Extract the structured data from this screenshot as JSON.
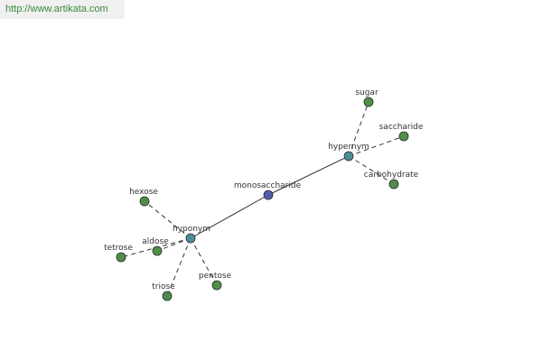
{
  "header": {
    "url_text": "http://www.artikata.com"
  },
  "colors": {
    "center": "#4f5fa8",
    "relation": "#4d8e96",
    "leaf": "#4e8f48",
    "edge": "#333333"
  },
  "graph": {
    "nodes": [
      {
        "id": "monosaccharide",
        "label": "monosaccharide",
        "type": "center"
      },
      {
        "id": "hypernym",
        "label": "hypernym",
        "type": "relation"
      },
      {
        "id": "hyponym",
        "label": "hyponym",
        "type": "relation"
      },
      {
        "id": "sugar",
        "label": "sugar",
        "type": "leaf"
      },
      {
        "id": "saccharide",
        "label": "saccharide",
        "type": "leaf"
      },
      {
        "id": "carbohydrate",
        "label": "carbohydrate",
        "type": "leaf"
      },
      {
        "id": "hexose",
        "label": "hexose",
        "type": "leaf"
      },
      {
        "id": "aldose",
        "label": "aldose",
        "type": "leaf"
      },
      {
        "id": "tetrose",
        "label": "tetrose",
        "type": "leaf"
      },
      {
        "id": "triose",
        "label": "triose",
        "type": "leaf"
      },
      {
        "id": "pentose",
        "label": "pentose",
        "type": "leaf"
      }
    ],
    "edges": [
      {
        "from": "monosaccharide",
        "to": "hypernym",
        "style": "solid"
      },
      {
        "from": "monosaccharide",
        "to": "hyponym",
        "style": "solid"
      },
      {
        "from": "hypernym",
        "to": "sugar",
        "style": "dashed"
      },
      {
        "from": "hypernym",
        "to": "saccharide",
        "style": "dashed"
      },
      {
        "from": "hypernym",
        "to": "carbohydrate",
        "style": "dashed"
      },
      {
        "from": "hyponym",
        "to": "hexose",
        "style": "dashed"
      },
      {
        "from": "hyponym",
        "to": "aldose",
        "style": "dashed"
      },
      {
        "from": "hyponym",
        "to": "tetrose",
        "style": "dashed"
      },
      {
        "from": "hyponym",
        "to": "triose",
        "style": "dashed"
      },
      {
        "from": "hyponym",
        "to": "pentose",
        "style": "dashed"
      }
    ]
  }
}
